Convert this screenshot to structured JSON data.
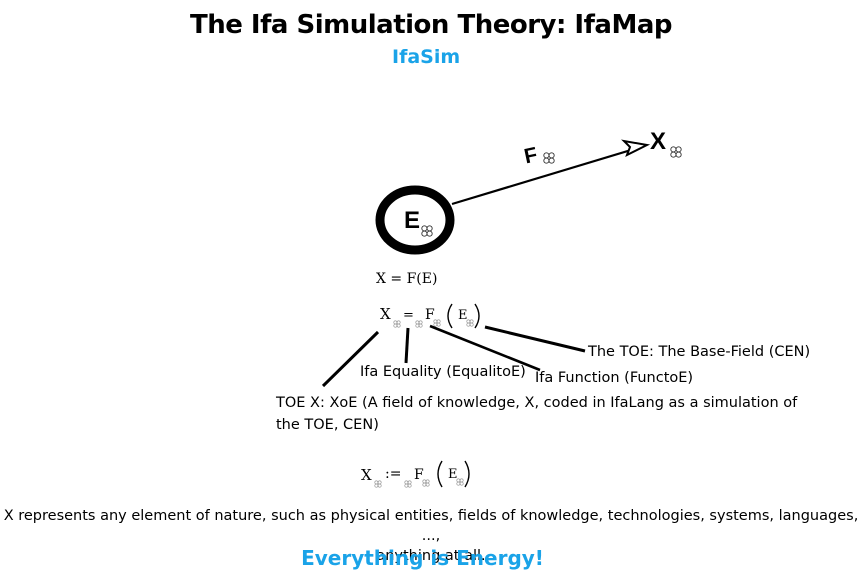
{
  "title": "The Ifa Simulation  Theory: IfaMap",
  "subtitle": "IfaSim",
  "colors": {
    "accent": "#1aa3e8",
    "ink": "#000000"
  },
  "diagram": {
    "node_e": "E",
    "arrow_label": "F",
    "target": "X",
    "glyph_icon": "quatrefoil-icon"
  },
  "equations": {
    "eq1": "X = F(E)",
    "eq2": {
      "x": "X",
      "eq": "=",
      "f": "F",
      "e": "E"
    },
    "eq3": {
      "x": "X",
      "eq": ":=",
      "f": "F",
      "e": "E"
    }
  },
  "labels": {
    "toe": "The TOE: The Base-Field (CEN)",
    "equality": "Ifa Equality (EqualitoE)",
    "function": "Ifa Function (FunctoE)",
    "toe_x": "TOE X: XoE (A field of knowledge, X, coded in IfaLang as a simulation of the TOE, CEN)"
  },
  "description": {
    "line1": "X represents any element of nature, such as physical entities, fields of knowledge, technologies, systems, languages, ...,",
    "line2": "anything at all."
  },
  "motto": "Everything is Energy!"
}
